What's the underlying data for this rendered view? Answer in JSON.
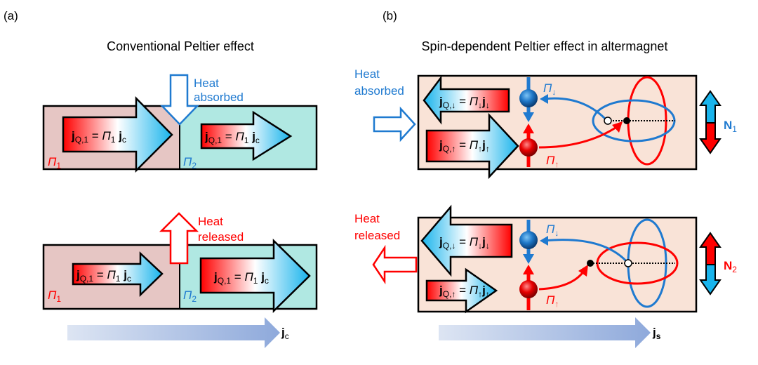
{
  "panel_a": {
    "label": "(a)",
    "title": "Conventional Peltier effect",
    "top": {
      "heat_line1": "Heat",
      "heat_line2": "absorbed",
      "left_region": {
        "pi": "Π",
        "pi_sub": "1"
      },
      "right_region": {
        "pi": "Π",
        "pi_sub": "2"
      },
      "left_arrow": {
        "j": "j",
        "j_sub": "Q,1",
        "eq": " = ",
        "pi": "Π",
        "pi_sub": "1",
        "jc": " j",
        "jc_sub": "c"
      },
      "right_arrow": {
        "j": "j",
        "j_sub": "Q,1",
        "eq": " = ",
        "pi": "Π",
        "pi_sub": "1",
        "jc": " j",
        "jc_sub": "c"
      }
    },
    "bottom": {
      "heat_line1": "Heat",
      "heat_line2": "released",
      "left_region": {
        "pi": "Π",
        "pi_sub": "1"
      },
      "right_region": {
        "pi": "Π",
        "pi_sub": "2"
      },
      "left_arrow": {
        "j": "j",
        "j_sub": "Q,1",
        "eq": " = ",
        "pi": "Π",
        "pi_sub": "1",
        "jc": " j",
        "jc_sub": "c"
      },
      "right_arrow": {
        "j": "j",
        "j_sub": "Q,1",
        "eq": " = ",
        "pi": "Π",
        "pi_sub": "1",
        "jc": " j",
        "jc_sub": "c"
      }
    },
    "current_arrow": {
      "label": "j",
      "label_sub": "c"
    }
  },
  "panel_b": {
    "label": "(b)",
    "title": "Spin-dependent Peltier effect in altermagnet",
    "top": {
      "heat_line1": "Heat",
      "heat_line2": "absorbed",
      "down_arrow": {
        "j": "j",
        "j_sub": "Q,↓",
        "eq": " = ",
        "pi": "Π",
        "pi_sub": "↓",
        "js": "j",
        "js_sub": "↓"
      },
      "up_arrow": {
        "j": "j",
        "j_sub": "Q,↑",
        "eq": " = ",
        "pi": "Π",
        "pi_sub": "↑",
        "js": "j",
        "js_sub": "↑"
      },
      "pi_down": {
        "pi": "Π",
        "sub": "↓"
      },
      "pi_up": {
        "pi": "Π",
        "sub": "↑"
      },
      "neel": {
        "label": "N",
        "sub": "1"
      }
    },
    "bottom": {
      "heat_line1": "Heat",
      "heat_line2": "released",
      "down_arrow": {
        "j": "j",
        "j_sub": "Q,↓",
        "eq": " = ",
        "pi": "Π",
        "pi_sub": "↓",
        "js": "j",
        "js_sub": "↓"
      },
      "up_arrow": {
        "j": "j",
        "j_sub": "Q,↑",
        "eq": " = ",
        "pi": "Π",
        "pi_sub": "↑",
        "js": "j",
        "js_sub": "↑"
      },
      "pi_down": {
        "pi": "Π",
        "sub": "↓"
      },
      "pi_up": {
        "pi": "Π",
        "sub": "↑"
      },
      "neel": {
        "label": "N",
        "sub": "2"
      }
    },
    "current_arrow": {
      "label": "j",
      "label_sub": "s"
    }
  },
  "colors": {
    "red": "#ff0000",
    "blue": "#1f7ad0",
    "cyan": "#19b4ec",
    "region1_fill": "#e6c6c4",
    "region2_fill": "#b0e8e2",
    "altermagnet_fill": "#f9e3d7",
    "current_arrow_start": "#dde5f3",
    "current_arrow_end": "#8ea9db"
  }
}
